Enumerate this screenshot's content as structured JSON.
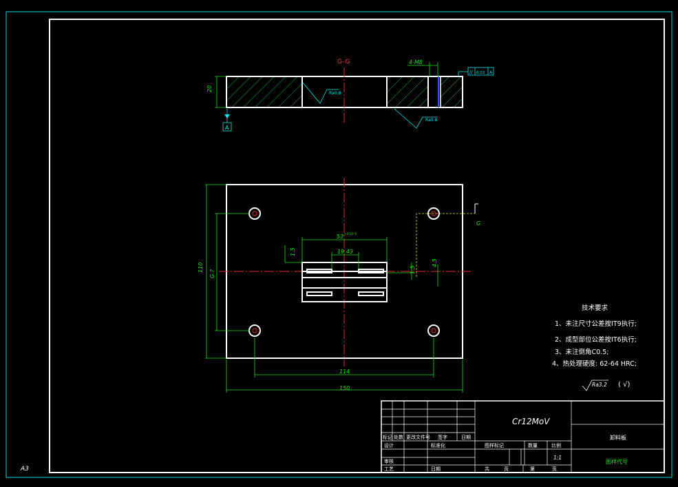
{
  "sheet": {
    "size_label": "A3"
  },
  "section": {
    "label": "G–G",
    "cut_label": "G",
    "datum": "A",
    "thread_callout": "4-M8",
    "tolerance_value": "0.03",
    "tolerance_datum": "A",
    "roughness_top": "Ra0.8",
    "roughness_bottom": "Ra0.8"
  },
  "dims": {
    "thickness": "20",
    "height": "110",
    "hole_spacing_y": "G ?",
    "width_total": "150",
    "hole_spacing_x": "114",
    "slot_width": "53",
    "slot_width_tol": "+0.02\n0",
    "slot_inner": "19.43",
    "slot_left_h": "1.5",
    "slot_right_h": "1.5",
    "right_offset": "4.5"
  },
  "notes": {
    "title": "技术要求",
    "items": [
      "1、未注尺寸公差按IT9执行;",
      "2、成型部位公差按IT6执行;",
      "3、未注倒角C0.5;",
      "4、热处理硬度: 62-64 HRC;"
    ],
    "roughness_general": "Ra3.2"
  },
  "title_block": {
    "material": "Cr12MoV",
    "part_name": "卸料板",
    "drawing_no": "图样代号",
    "row_headers": [
      "标记",
      "处数",
      "更改文件号",
      "签字",
      "日期"
    ],
    "design": "设计",
    "standard": "标准化",
    "review": "审核",
    "process": "工艺",
    "date": "日期",
    "stage_mark": "图样标记",
    "quantity": "数量",
    "scale_label": "比例",
    "scale": "1:1",
    "total": "共",
    "page": "页",
    "sheet_no": "第",
    "page2": "页"
  }
}
